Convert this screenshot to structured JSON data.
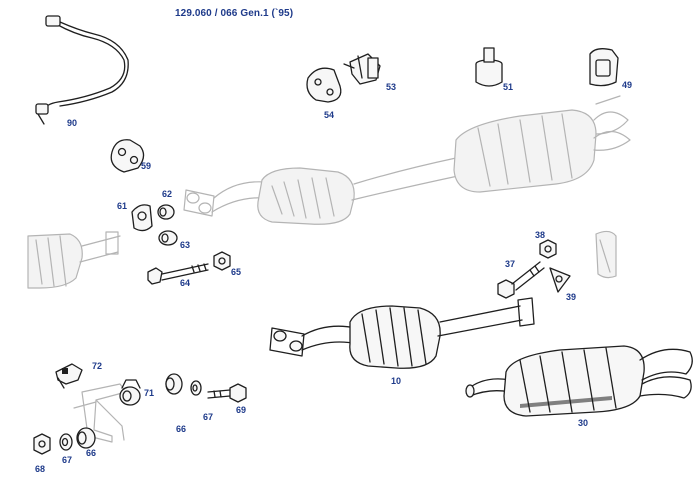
{
  "title": "129.060 / 066 Gen.1 (`95)",
  "parts": [
    {
      "id": "part-90",
      "label": "90"
    },
    {
      "id": "part-54",
      "label": "54"
    },
    {
      "id": "part-53",
      "label": "53"
    },
    {
      "id": "part-51",
      "label": "51"
    },
    {
      "id": "part-49",
      "label": "49"
    },
    {
      "id": "part-59",
      "label": "59"
    },
    {
      "id": "part-61",
      "label": "61"
    },
    {
      "id": "part-62",
      "label": "62"
    },
    {
      "id": "part-63",
      "label": "63"
    },
    {
      "id": "part-64",
      "label": "64"
    },
    {
      "id": "part-65",
      "label": "65"
    },
    {
      "id": "part-38",
      "label": "38"
    },
    {
      "id": "part-37",
      "label": "37"
    },
    {
      "id": "part-39",
      "label": "39"
    },
    {
      "id": "part-10",
      "label": "10"
    },
    {
      "id": "part-72",
      "label": "72"
    },
    {
      "id": "part-71",
      "label": "71"
    },
    {
      "id": "part-66a",
      "label": "66"
    },
    {
      "id": "part-67a",
      "label": "67"
    },
    {
      "id": "part-69",
      "label": "69"
    },
    {
      "id": "part-30",
      "label": "30"
    },
    {
      "id": "part-68",
      "label": "68"
    },
    {
      "id": "part-67b",
      "label": "67"
    },
    {
      "id": "part-66b",
      "label": "66"
    }
  ],
  "colors": {
    "label": "#1e3a8a",
    "sketch": "#b4b4b4",
    "ink": "#1f1f1f"
  }
}
